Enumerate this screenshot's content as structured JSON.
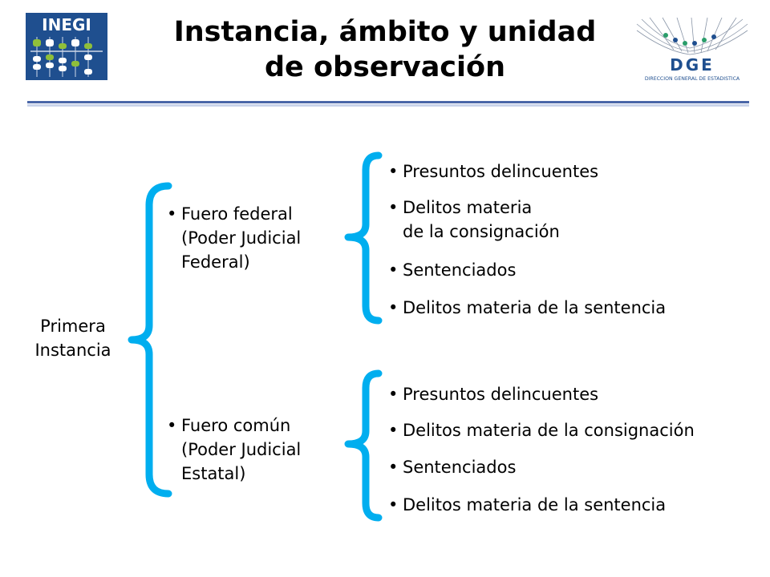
{
  "title": {
    "line1": "Instancia, ámbito y unidad",
    "line2": "de observación"
  },
  "logos": {
    "left": {
      "text": "INEGI"
    },
    "right": {
      "text": "DGE",
      "subtitle": "DIRECCION GENERAL DE ESTADISTICA"
    }
  },
  "colors": {
    "bracket": "#00aeef",
    "rule": "#4a66a8",
    "inegi_blue": "#1f4f8f",
    "inegi_green": "#8fbf3a"
  },
  "bullet_glyph": "•",
  "root": {
    "line1": "Primera",
    "line2": "Instancia"
  },
  "branches": [
    {
      "lines": [
        "Fuero federal",
        "(Poder Judicial",
        "Federal)"
      ],
      "leaves": [
        {
          "lines": [
            "Presuntos delincuentes"
          ]
        },
        {
          "lines": [
            "Delitos materia",
            "de la consignación"
          ]
        },
        {
          "lines": [
            "Sentenciados"
          ]
        },
        {
          "lines": [
            "Delitos materia de la sentencia"
          ]
        }
      ]
    },
    {
      "lines": [
        "Fuero común",
        "(Poder Judicial",
        "Estatal)"
      ],
      "leaves": [
        {
          "lines": [
            "Presuntos delincuentes"
          ]
        },
        {
          "lines": [
            "Delitos materia de la consignación"
          ]
        },
        {
          "lines": [
            "Sentenciados"
          ]
        },
        {
          "lines": [
            "Delitos materia de la sentencia"
          ]
        }
      ]
    }
  ]
}
